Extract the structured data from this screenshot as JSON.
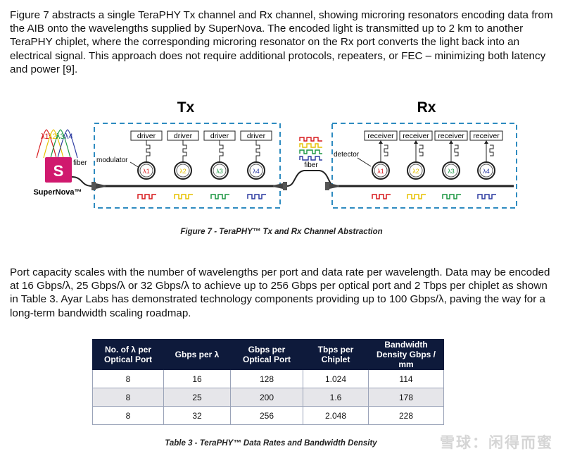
{
  "intro_paragraph": "Figure 7 abstracts a single TeraPHY Tx channel and Rx channel, showing microring resonators encoding data from the AIB onto the wavelengths supplied by SuperNova. The encoded light is transmitted up to 2 km to another TeraPHY chiplet, where the corresponding microring resonator on the Rx port converts the light back into an electrical signal. This approach does not require additional protocols, repeaters, or FEC – minimizing both latency and power [9].",
  "figure": {
    "tx_title": "Tx",
    "rx_title": "Rx",
    "supernova_letter": "S",
    "supernova_label": "SuperNova™",
    "lambda_symbols": [
      "λ1",
      "λ2",
      "λ3",
      "λ4"
    ],
    "fiber_label_left": "fiber",
    "fiber_label_mid": "fiber",
    "modulator_label": "modulator",
    "detector_label": "detector",
    "driver_label": "driver",
    "receiver_label": "receiver",
    "colors": {
      "lambda1": "#d7191c",
      "lambda2": "#e6c000",
      "lambda3": "#1a9641",
      "lambda4": "#2b3aa0",
      "dashed_box": "#2e8bc0",
      "supernova": "#d0196e"
    }
  },
  "figure_caption": "Figure 7 - TeraPHY™ Tx and Rx Channel Abstraction",
  "capacity_paragraph": "Port capacity scales with the number of wavelengths per port and data rate per wavelength. Data may be encoded at 16 Gbps/λ, 25  Gbps/λ or 32  Gbps/λ to achieve up to 256 Gbps per optical port and 2 Tbps per chiplet as shown in Table 3. Ayar Labs has demonstrated technology components providing up to 100 Gbps/λ, paving the way for a long-term bandwidth scaling roadmap.",
  "table": {
    "headers": [
      "No. of λ per Optical Port",
      "Gbps per λ",
      "Gbps per Optical Port",
      "Tbps per Chiplet",
      "Bandwidth Density Gbps / mm"
    ],
    "rows": [
      [
        "8",
        "16",
        "128",
        "1.024",
        "114"
      ],
      [
        "8",
        "25",
        "200",
        "1.6",
        "178"
      ],
      [
        "8",
        "32",
        "256",
        "2.048",
        "228"
      ]
    ]
  },
  "table_caption": "Table 3 - TeraPHY™ Data Rates and Bandwidth Density",
  "watermark": "雪球：闲得而蜜"
}
